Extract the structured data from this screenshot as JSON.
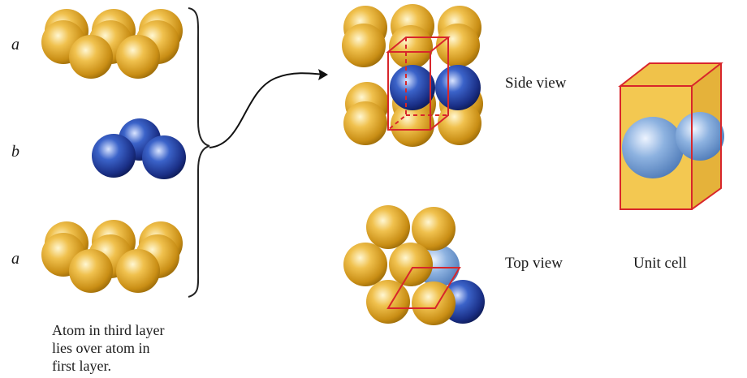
{
  "layers": {
    "top": "a",
    "middle": "b",
    "bottom": "a"
  },
  "labels": {
    "side_view": "Side view",
    "top_view": "Top view",
    "unit_cell": "Unit cell"
  },
  "caption": {
    "line1": "Atom in third layer",
    "line2": "lies over atom in",
    "line3": "first layer."
  },
  "colors": {
    "gold_atom": "#e3a92a",
    "blue_atom": "#1f3f9e",
    "light_blue_atom": "#7fa8d8",
    "cell_edge": "#d8262b",
    "unit_cell_fill": "#f0c24a"
  }
}
